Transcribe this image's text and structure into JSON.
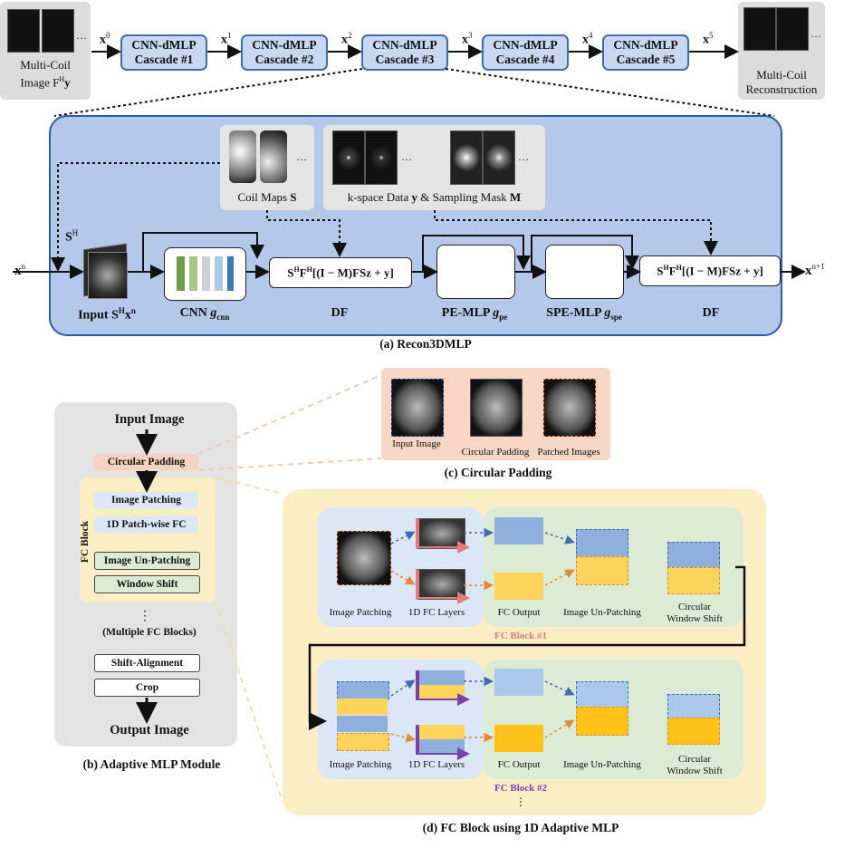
{
  "top": {
    "input_label_1": "Multi-Coil",
    "input_label_2": "Image F",
    "input_label_sup": "H",
    "input_label_y": "y",
    "output_label_1": "Multi-Coil",
    "output_label_2": "Reconstruction",
    "ellipsis": "…",
    "x_base": "x",
    "x_sups": [
      "0",
      "1",
      "2",
      "3",
      "4",
      "5"
    ],
    "cascades": [
      {
        "line1": "CNN-dMLP",
        "line2": "Cascade #1"
      },
      {
        "line1": "CNN-dMLP",
        "line2": "Cascade #2"
      },
      {
        "line1": "CNN-dMLP",
        "line2": "Cascade #3"
      },
      {
        "line1": "CNN-dMLP",
        "line2": "Cascade #4"
      },
      {
        "line1": "CNN-dMLP",
        "line2": "Cascade #5"
      }
    ]
  },
  "panel_a": {
    "coil_maps": "Coil Maps ",
    "coil_maps_sym": "S",
    "kspace": "k-space Data ",
    "kspace_sym": "y",
    "amp": "&",
    "mask": "Sampling Mask ",
    "mask_sym": "M",
    "xn_base": "x",
    "xn_sup": "n",
    "xn1_base": "x",
    "xn1_sup": "n+1",
    "sh_base": "S",
    "sh_sup": "H",
    "input_label": "Input S",
    "input_sup": "H",
    "input_end": "x",
    "input_end_sup": "n",
    "cnn_label": "CNN ",
    "cnn_g": "g",
    "cnn_sub": "cnn",
    "df_expr_1": "S",
    "df_expr_2": "F",
    "df_expr_rest": "[(I − M)FSz + y]",
    "df_sup": "H",
    "df_label": "DF",
    "pe_label": "PE-MLP ",
    "pe_g": "g",
    "pe_sub": "pe",
    "spe_label": "SPE-MLP ",
    "spe_g": "g",
    "spe_sub": "spe",
    "caption": "(a) Recon3DMLP"
  },
  "panel_b": {
    "input": "Input Image",
    "circ": "Circular Padding",
    "patching": "Image Patching",
    "fc1d": "1D Patch-wise FC",
    "unpatch": "Image Un-Patching",
    "shift": "Window Shift",
    "fc_block": "FC Block",
    "dots": "⋮",
    "multiple": "(Multiple FC Blocks)",
    "align": "Shift-Alignment",
    "crop": "Crop",
    "output": "Output Image",
    "caption": "(b) Adaptive MLP Module"
  },
  "panel_c": {
    "input": "Input Image",
    "circ": "Circular Padding",
    "patched": "Patched Images",
    "caption": "(c) Circular Padding"
  },
  "panel_d": {
    "patching": "Image Patching",
    "fc_layers": "1D FC Layers",
    "fc_output": "FC Output",
    "unpatch": "Image Un-Patching",
    "circ_shift_1": "Circular",
    "circ_shift_2": "Window Shift",
    "block1": "FC Block #1",
    "block2": "FC Block #2",
    "dots": "⋮",
    "caption": "(d) FC Block using 1D Adaptive MLP"
  },
  "colors": {
    "panel_a_bg": "#b4c8ea",
    "cascade_bg": "#c7d8f0",
    "panel_d_bg": "#fbeec4",
    "fc_block1": "#e57a7a",
    "fc_block2": "#7b3fb0"
  }
}
